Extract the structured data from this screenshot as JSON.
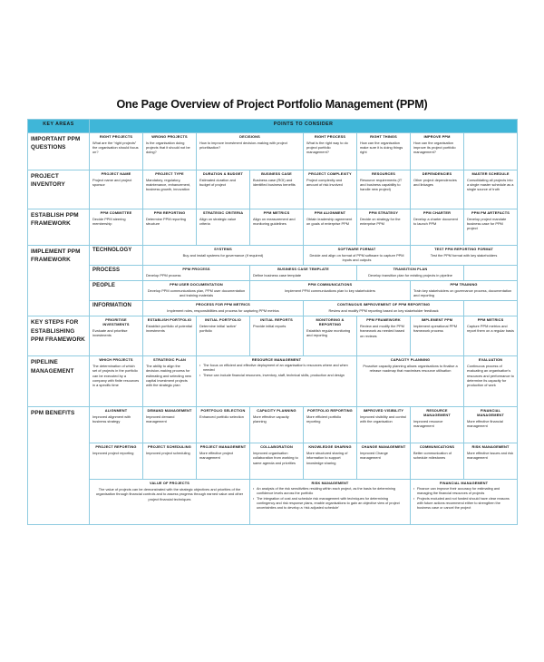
{
  "document": {
    "title": "One Page Overview of Project Portfolio Management (PPM)",
    "accent_color": "#3fb6d8",
    "border_color": "#8ecbe0",
    "text_color": "#1a1a1a"
  },
  "header": {
    "key_areas_label": "KEY AREAS",
    "points_label": "POINTS TO CONSIDER"
  },
  "rows": {
    "important_questions": {
      "key_area": "IMPORTANT PPM  QUESTIONS",
      "cells": [
        {
          "title": "RIGHT PROJECTS",
          "body": "What are the “right projects” the organisation should  focus on?"
        },
        {
          "title": "WRONG PROJECTS",
          "body": "Is the organisation doing projects that it should not be doing?"
        },
        {
          "title": "DECISIONS",
          "body": "How to improve investment decision-making with project prioritisation?"
        },
        {
          "title": "RIGHT PROCESS",
          "body": "What is the right way to do project portfolio management?"
        },
        {
          "title": "RIGHT THINGS",
          "body": "How can the organisation make sure it is doing things right"
        },
        {
          "title": "IMPROVE PPM",
          "body": "How can the organisation improve its project portfolio management?"
        }
      ]
    },
    "project_inventory": {
      "key_area": "PROJECT INVENTORY",
      "cells": [
        {
          "title": "PROJECT NAME",
          "body": "Project name and project sponsor"
        },
        {
          "title": "PROJECT TYPE",
          "body": "Mandatory, regulatory, maintenance, enhancement, business growth, innovation"
        },
        {
          "title": "DURATION & BUDGET",
          "body": "Estimated duration and budget of project"
        },
        {
          "title": "BUSINESS CASE",
          "body": "Business case (ROI) and identified business benefits"
        },
        {
          "title": "PROJECT COMPLEXITY",
          "body": "Project complexity and amount of risk involved"
        },
        {
          "title": "RESOURCES",
          "body": "Resource requirements (IT and business capability to handle new project)"
        },
        {
          "title": "DEPENDENCIES",
          "body": "Other project dependencies and linkages"
        },
        {
          "title": "MASTER SCHEDULE",
          "body": "Consolidating all projects into a single master schedule as a single source of truth"
        }
      ]
    },
    "establish_framework": {
      "key_area": "ESTABLISH PPM FRAMEWORK",
      "cells": [
        {
          "title": "PPM COMMITTEE",
          "body": "Decide PPM steering membership"
        },
        {
          "title": "PPM REPORTING",
          "body": "Determine PPM reporting structure"
        },
        {
          "title": "STRATEGIC CRITERIA",
          "body": "Align on strategic value criteria"
        },
        {
          "title": "PPM METRICS",
          "body": "Align on measurement and monitoring guidelines"
        },
        {
          "title": "PPM ALIGNMENT",
          "body": "Obtain leadership agreement on goals of enterprise PPM"
        },
        {
          "title": "PPM STRATEGY",
          "body": "Decide on strategy for the enterprise PPM"
        },
        {
          "title": "PPM CHARTER",
          "body": "Develop a charter document to launch PPM"
        },
        {
          "title": "PPM PM ARTEFACTS",
          "body": "Develop project mandate business case for PPM project"
        }
      ]
    },
    "implement_framework": {
      "key_area": "IMPLEMENT PPM FRAMEWORK",
      "subrows": [
        {
          "label": "TECHNOLOGY",
          "cells": [
            {
              "title": "SYSTEMS",
              "body": "Buy and install systems for governance (if required)"
            },
            {
              "title": "SOFTWARE FORMAT",
              "body": "Decide and align on format of PPM software to capture PPM inputs and outputs"
            },
            {
              "title": "TEST PPM REPORTING FORMAT",
              "body": "Test the PPM format with key stakeholders"
            }
          ]
        },
        {
          "label": "PROCESS",
          "cells": [
            {
              "title": "PPM PROCESS",
              "body": "Develop PPM process"
            },
            {
              "title": "BUSINESS CASE TEMPLATE",
              "body": "Define business case template"
            },
            {
              "title": "TRANSITION PLAN",
              "body": "Develop transition plan for existing projects in pipeline"
            }
          ]
        },
        {
          "label": "PEOPLE",
          "cells": [
            {
              "title": "PPM USER DOCUMENTATION",
              "body": "Develop PPM communications plan, PPM user documentation and training materials"
            },
            {
              "title": "PPM COMMUNICATIONS",
              "body": "Implement PPM communications plan to key stakeholders"
            },
            {
              "title": "PPM TRAINING",
              "body": "Train key stakeholders on governance process, documentation and reporting"
            }
          ]
        },
        {
          "label": "INFORMATION",
          "cells": [
            {
              "title": "PROCESS FOR PPM METRICS",
              "body": "Implement roles, responsibilities and process for capturing PPM metrics"
            },
            {
              "title": "CONTINUOUS IMPROVEMENT OF PPM REPORTING",
              "body": "Review and modify PPM reporting based on key stakeholder feedback"
            }
          ]
        }
      ]
    },
    "key_steps": {
      "key_area": "KEY STEPS FOR ESTABLISHING PPM FRAMEWORK",
      "cells": [
        {
          "title": "PRIORITISE INVESTMENTS",
          "body": "Evaluate and prioritise investments"
        },
        {
          "title": "ESTABLISH PORTFOLIO",
          "body": "Establish portfolio of potential investments"
        },
        {
          "title": "INITIAL PORTFOLIO",
          "body": "Determine initial ‘active’ portfolio"
        },
        {
          "title": "INITIAL REPORTS",
          "body": "Provide initial reports"
        },
        {
          "title": "MONITORING & REPORTING",
          "body": "Establish regular monitoring and reporting"
        },
        {
          "title": "PPM FRAMEWORK",
          "body": "Review and modify the PPM framework as needed based on reviews"
        },
        {
          "title": "IMPLEMENT PPM",
          "body": "Implement operational PPM framework process"
        },
        {
          "title": "PPM METRICS",
          "body": "Capture PPM metrics and report them on a regular basis"
        }
      ]
    },
    "pipeline_management": {
      "key_area": "PIPELINE MANAGEMENT",
      "cells": [
        {
          "title": "WHICH PROJECTS",
          "body": "The determination of which set of projects in the portfolio can be executed by a company with finite resources in a specific time"
        },
        {
          "title": "STRATEGIC PLAN",
          "body": "The ability to align the decision-making process for estimating and selecting new capital investment projects with the strategic plan"
        },
        {
          "title": "RESOURCE MANAGEMENT",
          "list": [
            "The focus on efficient and effective deployment of an organisation’s resources where and when needed",
            "These can include financial resources, inventory, staff, technical skills, production and design"
          ]
        },
        {
          "title": "CAPACITY PLANNING",
          "body": "Proactive capacity planning allows organisations to finalise a release roadmap that maximises resource utilisation"
        },
        {
          "title": "EVALUATION",
          "body": "Continuous process of evaluating an organisation’s resources and performance to determine its capacity for production of work"
        }
      ]
    },
    "ppm_benefits": {
      "key_area": "PPM BENEFITS",
      "cells_row1": [
        {
          "title": "ALIGNMENT",
          "body": "Improved alignment with business strategy"
        },
        {
          "title": "DEMAND MANAGEMENT",
          "body": "Improved demand management"
        },
        {
          "title": "PORTFOLIO SELECTION",
          "body": "Enhanced portfolio selection"
        },
        {
          "title": "CAPACITY PLANNING",
          "body": "More effective capacity planning"
        },
        {
          "title": "PORTFOLIO REPORTING",
          "body": "More efficient portfolio reporting"
        },
        {
          "title": "IMPROVED VISIBILITY",
          "body": "Improved visibility and control with the organisation"
        },
        {
          "title": "RESOURCE MANAGEMENT",
          "body": "Improved resource management"
        },
        {
          "title": "FINANCIAL MANAGEMENT",
          "body": "More effective financial management"
        }
      ],
      "cells_row2": [
        {
          "title": "PROJECT REPORTING",
          "body": "Improved project reporting"
        },
        {
          "title": "PROJECT SCHEDULING",
          "body": "Improved project scheduling"
        },
        {
          "title": "PROJECT MANAGEMENT",
          "body": "More effective project management"
        },
        {
          "title": "COLLABORATION",
          "body": "Improved organisation collaboration from working to same agenda and priorities"
        },
        {
          "title": "KNOWLEDGE SHARING",
          "body": "More structured sharing of information to support knowledge sharing"
        },
        {
          "title": "CHANGE MANAGEMENT",
          "body": "Improved Change management"
        },
        {
          "title": "COMMUNICATIONS",
          "body": "Better communication of schedule milestones"
        },
        {
          "title": "RISK MANAGEMENT",
          "body": "More effective issues and risk management"
        }
      ],
      "cells_row3": [
        {
          "title": "VALUE OF PROJECTS",
          "body": "The value of projects can be demonstrated with the strategic objectives and priorities of the organisation through financial controls and to assess progress through earned value and other project financial techniques"
        },
        {
          "title": "RISK MANAGEMENT",
          "list": [
            "An analysis of the risk sensitivities residing within each project, as the basis for determining confidence levels across the portfolio",
            "The integration of cost and schedule risk management with techniques for determining contingency and risk response plans, enable organisations to gain an objective view of project uncertainties and to develop a ‘risk adjusted schedule’"
          ]
        },
        {
          "title": "FINANCIAL MANAGEMENT",
          "list": [
            "Finance can improve their accuracy for estimating and managing the financial resources of projects",
            "Projects excluded and not funded should have clear reasons with future actions recommend either to strengthen the business case or cancel the project"
          ]
        }
      ]
    }
  }
}
